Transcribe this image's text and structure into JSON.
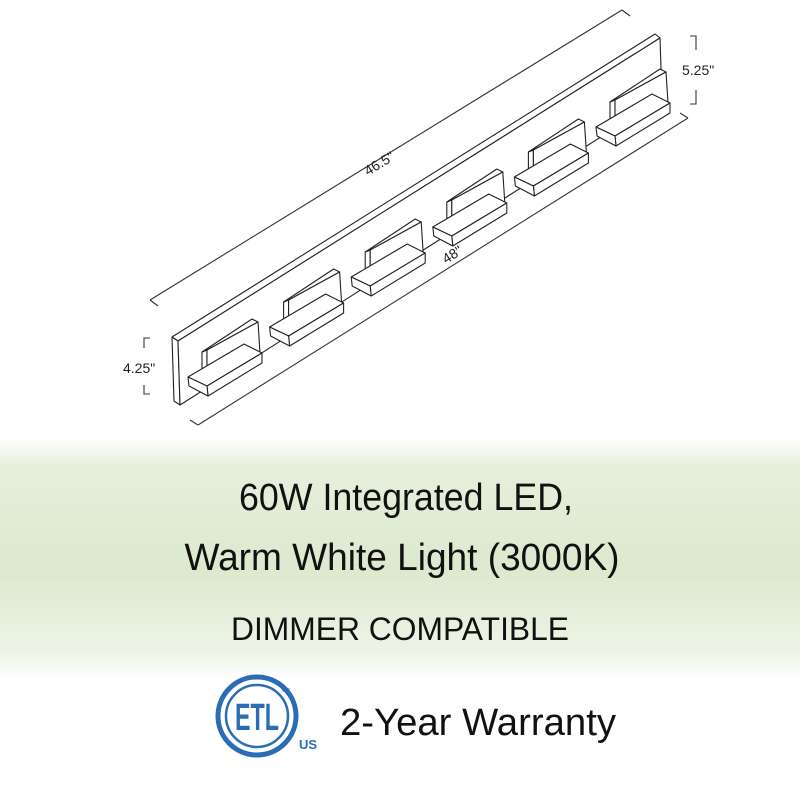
{
  "drawing": {
    "dimensions": {
      "backplate_length": "46.5\"",
      "overall_length": "48\"",
      "right_height": "5.25\"",
      "left_height": "4.25\""
    },
    "light_count": 6
  },
  "features": {
    "line1": "60W Integrated LED,",
    "line2": "Warm White Light (3000K)",
    "line3": "DIMMER COMPATIBLE"
  },
  "certification": {
    "logo_text": "ETL",
    "logo_mark": "CM",
    "logo_region": "US",
    "warranty": "2-Year Warranty"
  },
  "colors": {
    "band": "#dce9ce",
    "etl_blue": "#2a6db5",
    "text": "#111111"
  }
}
